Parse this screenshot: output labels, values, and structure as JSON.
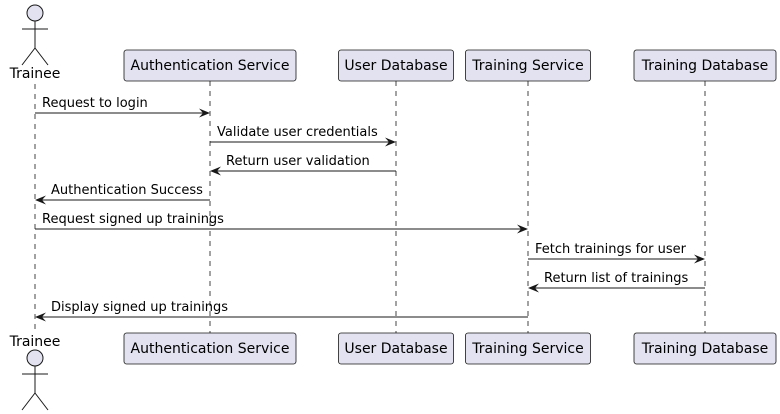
{
  "diagram": {
    "type": "sequence",
    "participants": [
      {
        "id": "trainee",
        "label": "Trainee",
        "kind": "actor"
      },
      {
        "id": "auth",
        "label": "Authentication Service",
        "kind": "participant"
      },
      {
        "id": "userdb",
        "label": "User Database",
        "kind": "participant"
      },
      {
        "id": "training",
        "label": "Training Service",
        "kind": "participant"
      },
      {
        "id": "trainingdb",
        "label": "Training Database",
        "kind": "participant"
      }
    ],
    "messages": [
      {
        "from": "trainee",
        "to": "auth",
        "label": "Request to login"
      },
      {
        "from": "auth",
        "to": "userdb",
        "label": "Validate user credentials"
      },
      {
        "from": "userdb",
        "to": "auth",
        "label": "Return user validation"
      },
      {
        "from": "auth",
        "to": "trainee",
        "label": "Authentication Success"
      },
      {
        "from": "trainee",
        "to": "training",
        "label": "Request signed up trainings"
      },
      {
        "from": "training",
        "to": "trainingdb",
        "label": "Fetch trainings for user"
      },
      {
        "from": "trainingdb",
        "to": "training",
        "label": "Return list of trainings"
      },
      {
        "from": "training",
        "to": "trainee",
        "label": "Display signed up trainings"
      }
    ],
    "colors": {
      "box_fill": "#E2E2F0",
      "box_stroke": "#181818",
      "lifeline": "#181818",
      "arrow": "#181818"
    }
  }
}
